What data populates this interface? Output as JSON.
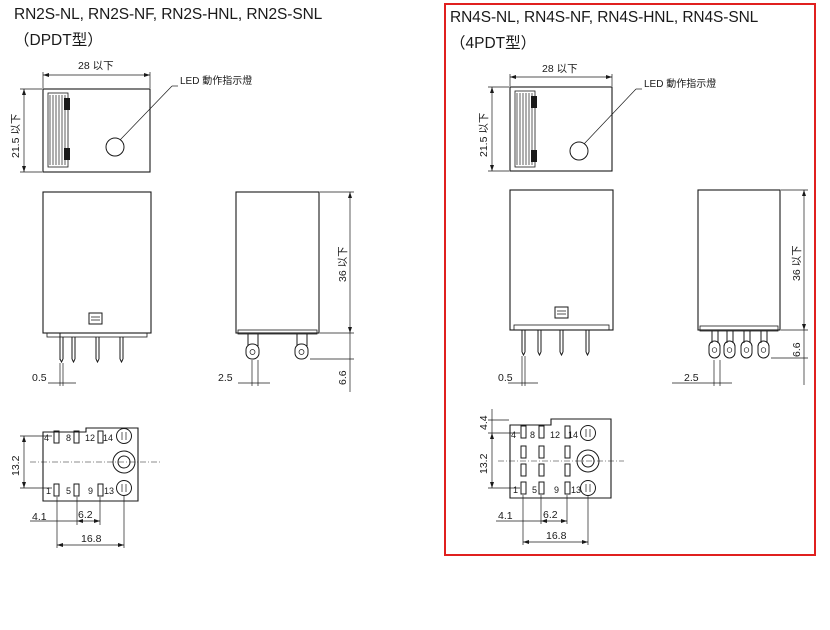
{
  "left": {
    "title": "RN2S-NL, RN2S-NF, RN2S-HNL, RN2S-SNL",
    "subtitle": "（DPDT型）",
    "dims": {
      "width_top": "28 以下",
      "height_top": "21.5 以下",
      "led_label": "LED 動作指示燈",
      "height_side": "36 以下",
      "pin_len": "6.6",
      "pin_thk": "0.5",
      "pin_pitch_side": "2.5",
      "base_h": "13.2",
      "base_w1": "4.1",
      "base_w2": "6.2",
      "base_w3": "16.8"
    },
    "terminals": [
      "4",
      "8",
      "12",
      "14",
      "1",
      "5",
      "9",
      "13"
    ]
  },
  "right": {
    "title": "RN4S-NL, RN4S-NF, RN4S-HNL, RN4S-SNL",
    "subtitle": "（4PDT型）",
    "dims": {
      "width_top": "28 以下",
      "height_top": "21.5 以下",
      "led_label": "LED 動作指示燈",
      "height_side": "36 以下",
      "pin_len": "6.6",
      "pin_thk": "0.5",
      "pin_pitch_side": "2.5",
      "base_offset": "4.4",
      "base_h": "13.2",
      "base_w1": "4.1",
      "base_w2": "6.2",
      "base_w3": "16.8"
    },
    "terminals": [
      "4",
      "8",
      "12",
      "14",
      "1",
      "5",
      "9",
      "13"
    ]
  },
  "colors": {
    "highlight_border": "#e0201f",
    "line": "#1a1a1a"
  }
}
